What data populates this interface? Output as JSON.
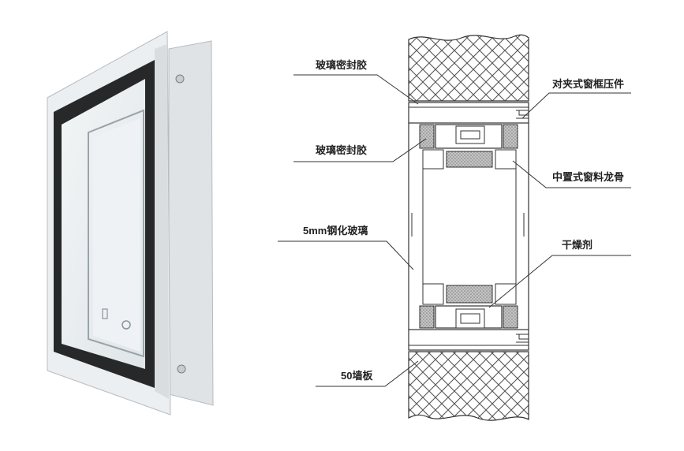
{
  "labels": {
    "left_1": "玻璃密封胶",
    "left_2": "玻璃密封胶",
    "left_3": "5mm钢化玻璃",
    "left_4": "50墙板",
    "right_1": "对夹式窗框压件",
    "right_2": "中置式窗料龙骨",
    "right_3": "干燥剂"
  },
  "colors": {
    "frame": "#e9ecee",
    "frame_edge": "#b7bcc0",
    "glass_dark": "#26282a",
    "glass_light": "#e6ebee",
    "hatch": "#555555",
    "sealant": "#9a9a9a",
    "desiccant": "#bdbdbd",
    "line": "#333333"
  }
}
